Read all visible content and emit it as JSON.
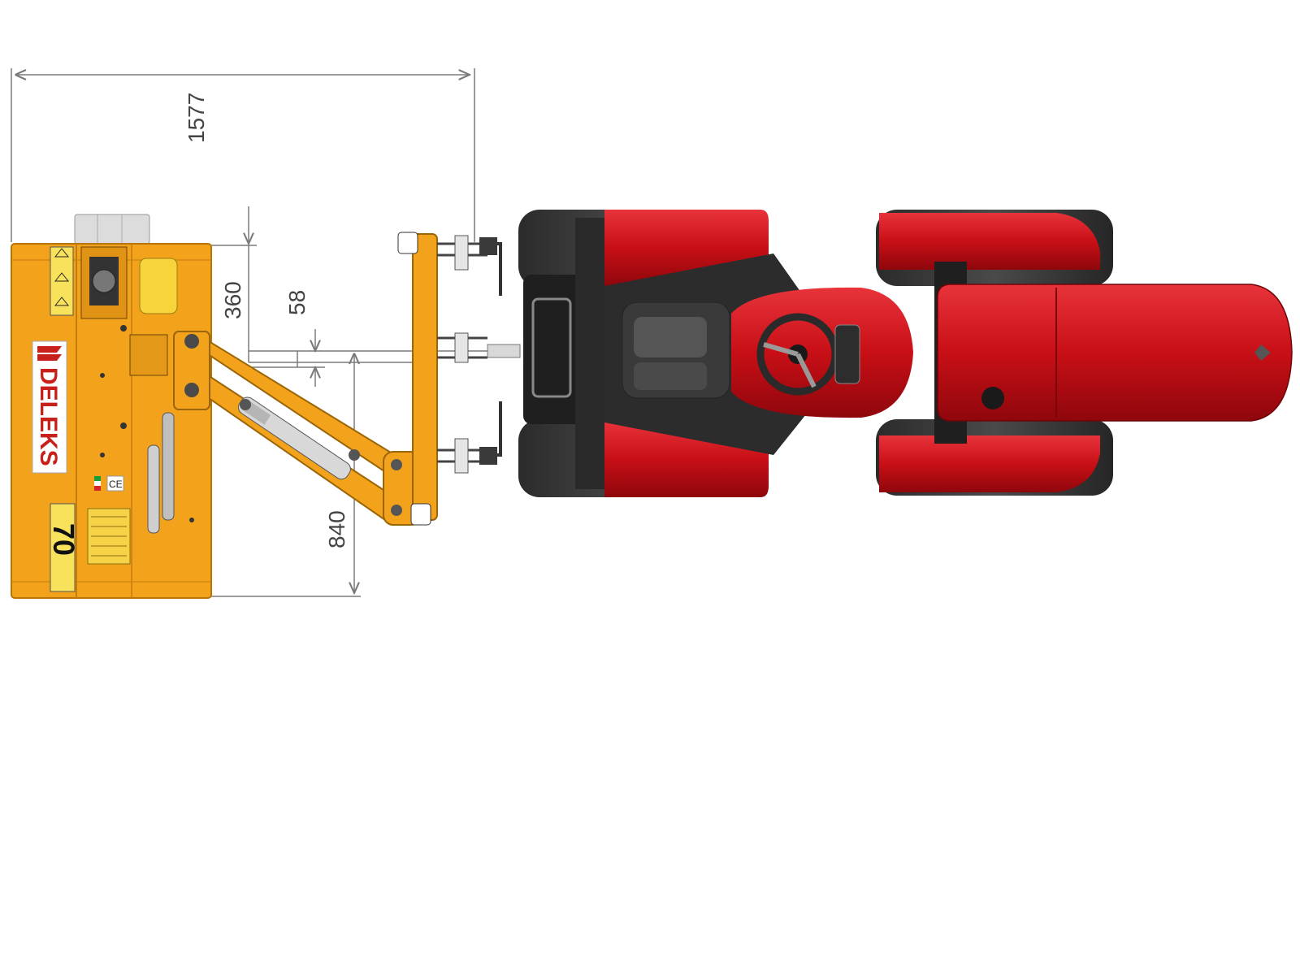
{
  "dimensions": {
    "overall_width": "1577",
    "mount_offset": "360",
    "arm_offset": "58",
    "deck_depth": "840"
  },
  "mower": {
    "brand": "DELEKS",
    "model_plate": "70",
    "ce_mark": "CE",
    "color": "#f3a21c"
  },
  "tractor": {
    "color": "#d9161c",
    "tire_color": "#3a3a3a"
  }
}
